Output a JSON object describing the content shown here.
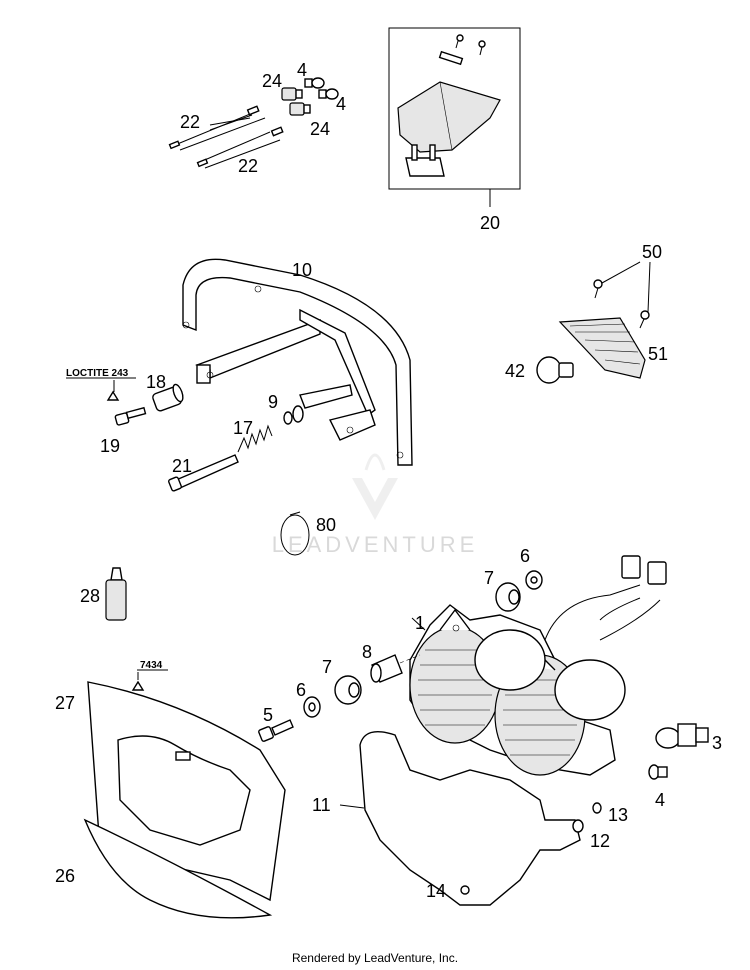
{
  "labels": {
    "p1": "1",
    "p3": "3",
    "p4a": "4",
    "p4b": "4",
    "p4c": "4",
    "p5": "5",
    "p6a": "6",
    "p6b": "6",
    "p7a": "7",
    "p7b": "7",
    "p8": "8",
    "p9": "9",
    "p10": "10",
    "p11": "11",
    "p12": "12",
    "p13": "13",
    "p14": "14",
    "p17": "17",
    "p18": "18",
    "p19": "19",
    "p20": "20",
    "p21": "21",
    "p22a": "22",
    "p22b": "22",
    "p24a": "24",
    "p24b": "24",
    "p26": "26",
    "p27": "27",
    "p28": "28",
    "p42": "42",
    "p50": "50",
    "p51": "51",
    "p80": "80"
  },
  "notes": {
    "loctite": "LOCTITE 243",
    "code": "7434"
  },
  "watermark": "LEADVENTURE",
  "footer": "Rendered by LeadVenture, Inc."
}
